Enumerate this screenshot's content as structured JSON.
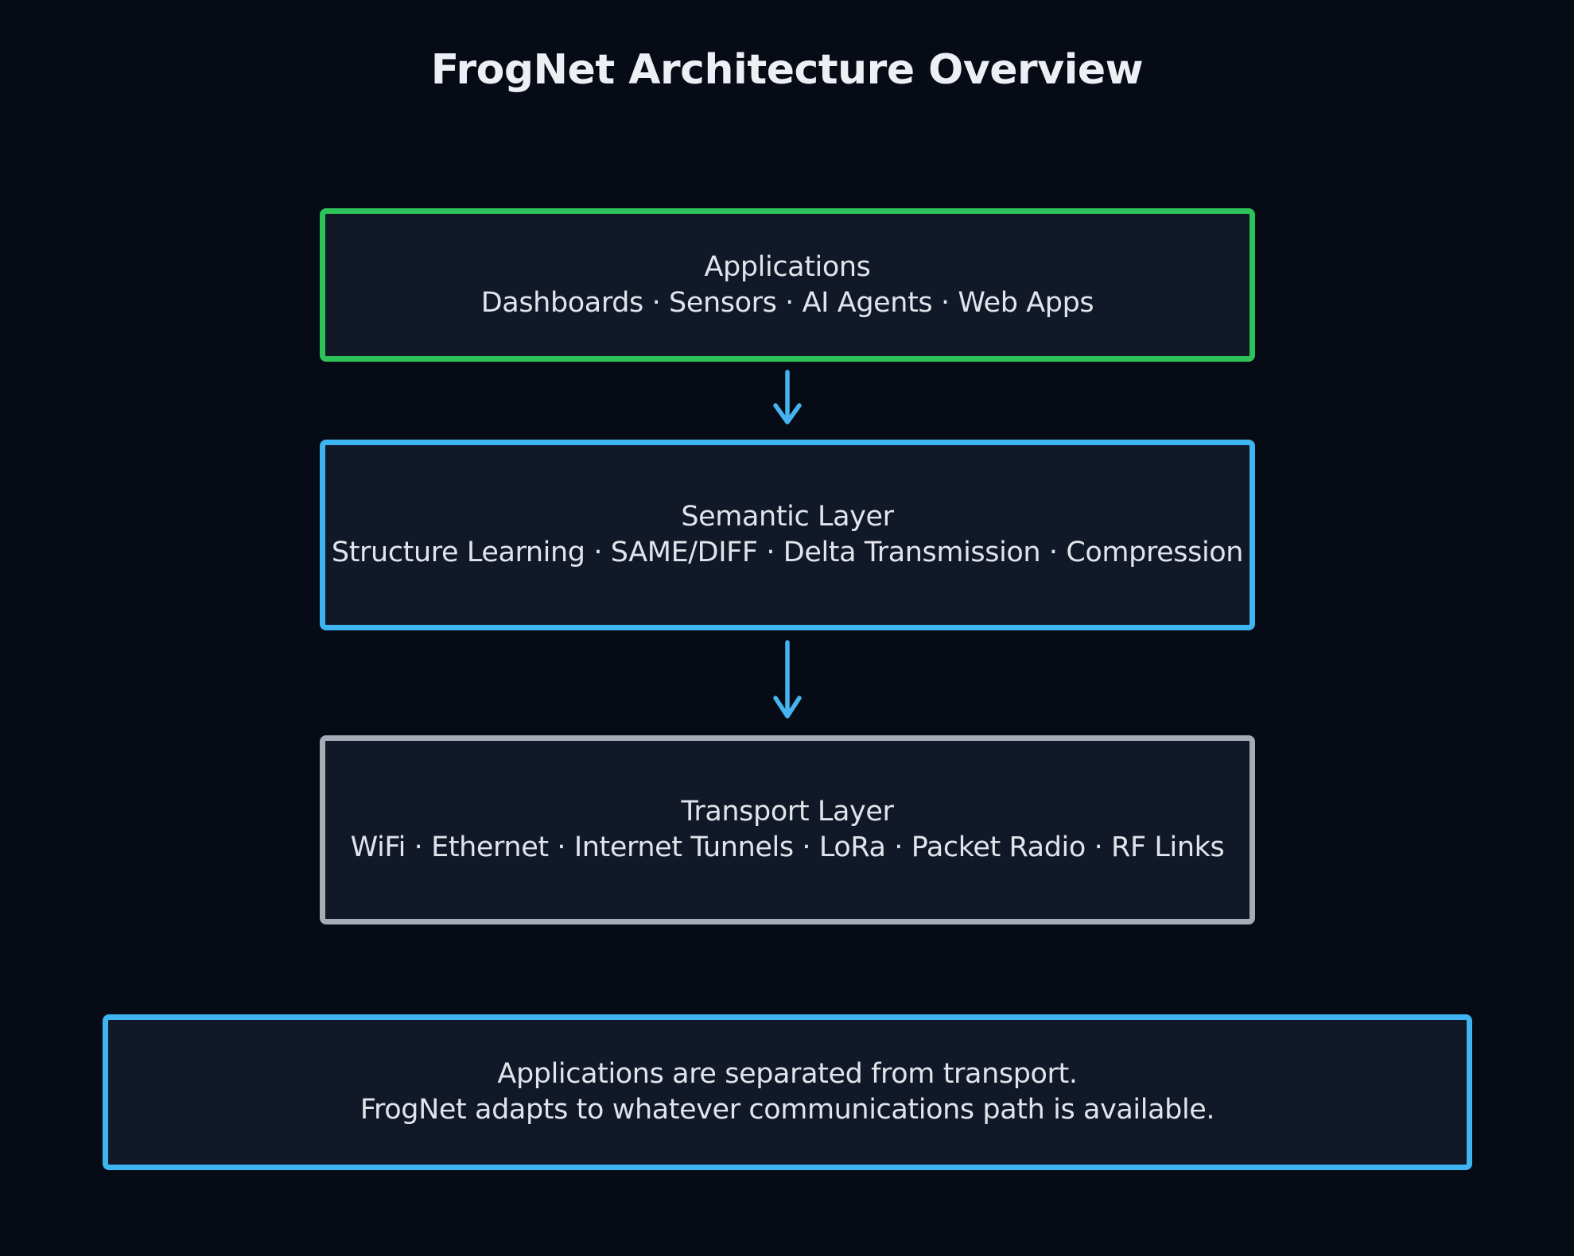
{
  "title": "FrogNet Architecture Overview",
  "layers": [
    {
      "name": "Applications",
      "details": "Dashboards · Sensors · AI Agents · Web Apps",
      "border_color": "#2ec358"
    },
    {
      "name": "Semantic Layer",
      "details": "Structure Learning · SAME/DIFF · Delta Transmission · Compression",
      "border_color": "#3eb5f1"
    },
    {
      "name": "Transport Layer",
      "details": "WiFi · Ethernet · Internet Tunnels · LoRa · Packet Radio · RF Links",
      "border_color": "#a6abb6"
    }
  ],
  "note": {
    "line1": "Applications are separated from transport.",
    "line2": "FrogNet adapts to whatever communications path is available.",
    "border_color": "#3eb5f1"
  },
  "colors": {
    "background": "#070b15",
    "box_fill": "#111827",
    "text": "#e1e4ea",
    "title_text": "#eceff4",
    "arrow": "#45b4f0"
  }
}
